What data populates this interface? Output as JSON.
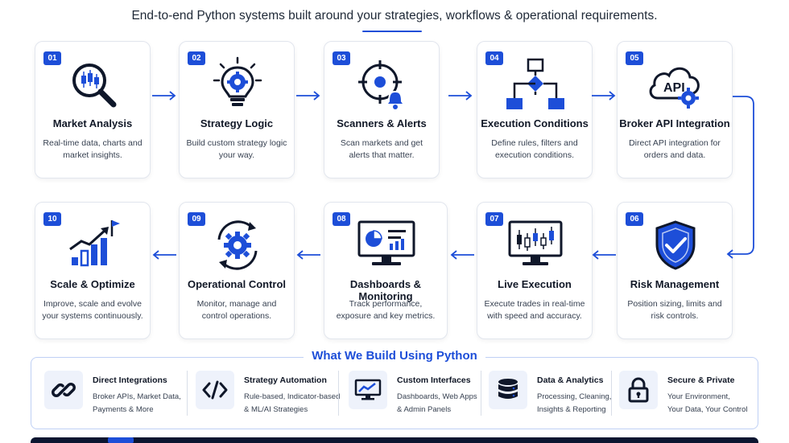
{
  "header": {
    "subtitle": "End-to-end Python systems built around your strategies, workflows & operational requirements."
  },
  "steps": [
    {
      "num": "01",
      "title": "Market Analysis",
      "desc": "Real-time data, charts and market insights.",
      "icon": "magnifier-chart-icon"
    },
    {
      "num": "02",
      "title": "Strategy Logic",
      "desc": "Build custom strategy logic your way.",
      "icon": "lightbulb-gear-icon"
    },
    {
      "num": "03",
      "title": "Scanners & Alerts",
      "desc": "Scan markets and get alerts that matter.",
      "icon": "crosshair-bell-icon"
    },
    {
      "num": "04",
      "title": "Execution Conditions",
      "desc": "Define rules, filters and execution conditions.",
      "icon": "flowchart-icon"
    },
    {
      "num": "05",
      "title": "Broker API Integration",
      "desc": "Direct API integration for orders and data.",
      "icon": "api-cloud-icon",
      "icon_text": "API"
    },
    {
      "num": "06",
      "title": "Risk Management",
      "desc": "Position sizing, limits and risk controls.",
      "icon": "shield-check-icon"
    },
    {
      "num": "07",
      "title": "Live Execution",
      "desc": "Execute trades in real-time with speed and accuracy.",
      "icon": "monitor-candles-icon"
    },
    {
      "num": "08",
      "title": "Dashboards & Monitoring",
      "desc": "Track performance, exposure and key metrics.",
      "icon": "monitor-dashboard-icon"
    },
    {
      "num": "09",
      "title": "Operational Control",
      "desc": "Monitor, manage and control operations.",
      "icon": "gear-cycle-icon"
    },
    {
      "num": "10",
      "title": "Scale & Optimize",
      "desc": "Improve, scale and evolve your systems continuously.",
      "icon": "growth-bars-flag-icon"
    }
  ],
  "build": {
    "title": "What We Build Using Python",
    "items": [
      {
        "title": "Direct Integrations",
        "line1": "Broker APIs, Market Data,",
        "line2": "Payments & More",
        "icon": "link-icon"
      },
      {
        "title": "Strategy Automation",
        "line1": "Rule-based, Indicator-based",
        "line2": "& ML/AI Strategies",
        "icon": "code-icon"
      },
      {
        "title": "Custom Interfaces",
        "line1": "Dashboards, Web Apps",
        "line2": "& Admin Panels",
        "icon": "monitor-chart-icon"
      },
      {
        "title": "Data & Analytics",
        "line1": "Processing, Cleaning,",
        "line2": "Insights & Reporting",
        "icon": "database-icon"
      },
      {
        "title": "Secure & Private",
        "line1": "Your Environment,",
        "line2": "Your Data, Your Control",
        "icon": "lock-icon"
      }
    ]
  },
  "colors": {
    "accent": "#1d4ed8",
    "icon_dark": "#0f172a",
    "footer": "#0b1530"
  }
}
